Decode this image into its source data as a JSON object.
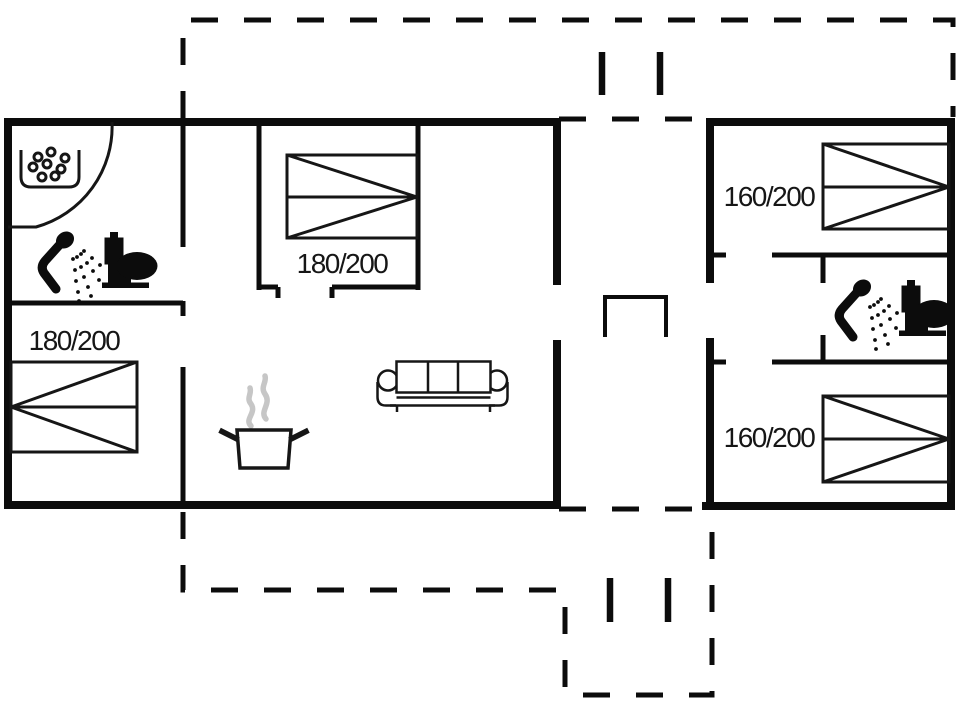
{
  "floorplan": {
    "bed_labels": {
      "left_bedroom": "180/200",
      "middle_bedroom": "180/200",
      "right_top_bedroom": "160/200",
      "right_bottom_bedroom": "160/200"
    },
    "colors": {
      "line": "#0c0c0c",
      "background": "#ffffff",
      "steam": "#c6c6c6"
    },
    "icons": [
      "whirlpool-icon",
      "shower-icon",
      "toilet-icon",
      "bed-icon",
      "sofa-icon",
      "cooking-pot-icon",
      "steam-icon",
      "door-arc-icon",
      "step-icon",
      "terrace-outline"
    ]
  }
}
